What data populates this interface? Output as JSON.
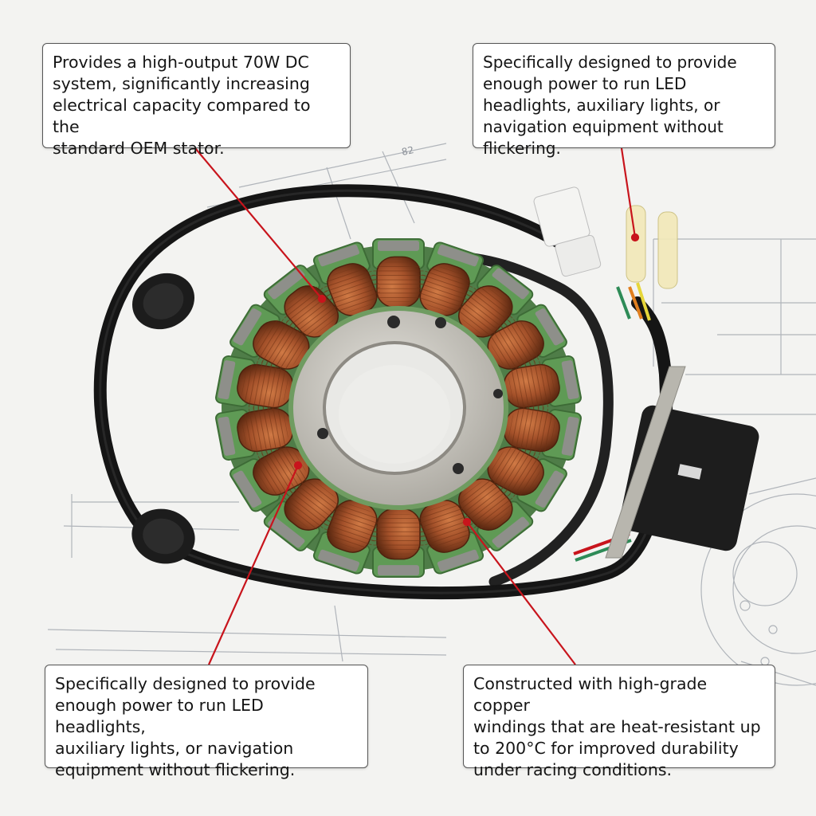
{
  "callouts": {
    "top_left": "Provides a high-output 70W DC\nsystem, significantly increasing\nelectrical capacity compared to the\nstandard OEM stator.",
    "top_right": "Specifically designed to provide\nenough power to run LED\nheadlights, auxiliary lights, or\nnavigation equipment without flickering.",
    "bottom_left": "Specifically designed to provide\nenough power to run LED headlights,\nauxiliary lights, or navigation\nequipment without flickering.",
    "bottom_right": "Constructed with high-grade copper\nwindings that are heat-resistant up\nto 200°C for improved durability\nunder racing conditions."
  },
  "blueprint": {
    "dimension_label": "82"
  },
  "colors": {
    "leader_line": "#c8141c",
    "copper": "#a8532a",
    "core_green": "#5f9a55",
    "hub_metal": "#c7c4bc",
    "cable": "#151515",
    "background": "#f3f3f1"
  }
}
